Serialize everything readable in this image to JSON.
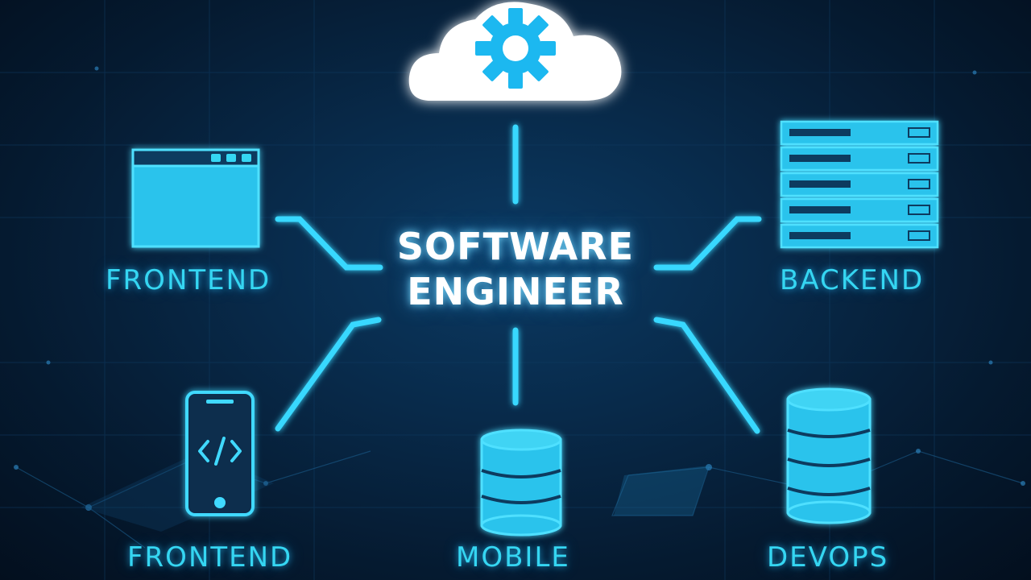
{
  "title": {
    "line1": "SOFTWARE",
    "line2": "ENGINEER"
  },
  "nodes": {
    "top": {
      "icon": "cloud-gear-icon"
    },
    "top_left": {
      "label": "FRONTEND",
      "icon": "browser-window-icon"
    },
    "top_right": {
      "label": "BACKEND",
      "icon": "server-rack-icon"
    },
    "bottom_left": {
      "label": "FRONTEND",
      "icon": "mobile-code-icon"
    },
    "bottom_center": {
      "label": "MOBILE",
      "icon": "database-icon"
    },
    "bottom_right": {
      "label": "DEVOPS",
      "icon": "database-stack-icon"
    }
  },
  "colors": {
    "background": "#051a30",
    "accent": "#35d6f2",
    "glow": "#1fc8ff",
    "title": "#ffffff",
    "cloud": "#ffffff",
    "gear": "#1fb8f0"
  }
}
